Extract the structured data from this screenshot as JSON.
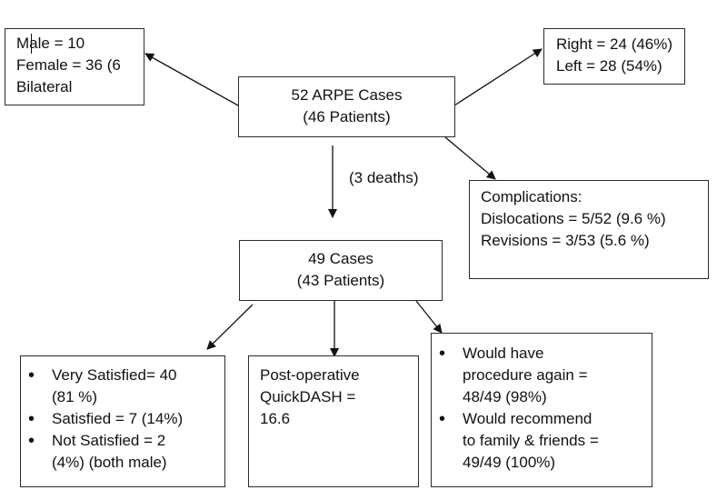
{
  "gender_box": {
    "lines": [
      "Male = 10",
      "Female = 36 (6",
      "Bilateral"
    ]
  },
  "side_box": {
    "lines": [
      "Right = 24 (46%)",
      "Left = 28 (54%)"
    ]
  },
  "root_box": {
    "lines": [
      "52 ARPE Cases",
      "(46 Patients)"
    ]
  },
  "deaths_label": "(3 deaths)",
  "complications_box": {
    "lines": [
      "Complications:",
      "Dislocations = 5/52 (9.6 %)",
      "Revisions = 3/53 (5.6 %)"
    ]
  },
  "followup_box": {
    "lines": [
      "49 Cases",
      "(43 Patients)"
    ]
  },
  "satisfaction_box": {
    "items": [
      [
        "Very Satisfied= 40",
        "(81 %)"
      ],
      [
        "Satisfied = 7 (14%)"
      ],
      [
        "Not Satisfied = 2",
        "(4%) (both male)"
      ]
    ]
  },
  "quickdash_box": {
    "lines": [
      "Post-operative",
      "QuickDASH =",
      "16.6"
    ]
  },
  "recommend_box": {
    "items": [
      [
        "Would have",
        "procedure again =",
        "48/49 (98%)"
      ],
      [
        "Would recommend",
        "to family & friends =",
        "49/49 (100%)"
      ]
    ]
  }
}
